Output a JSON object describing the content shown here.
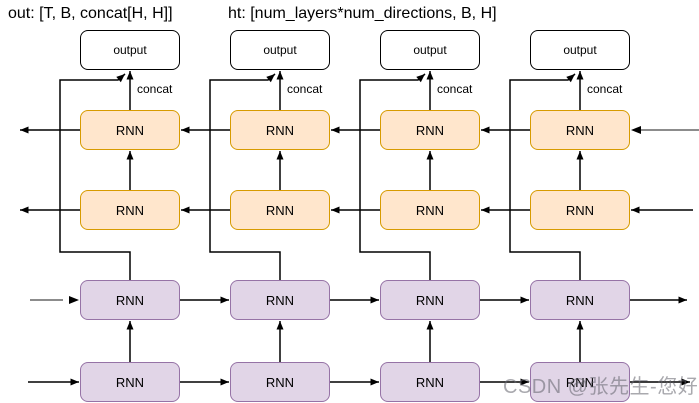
{
  "header": {
    "out_shape": "out: [T, B, concat[H, H]]",
    "ht_shape": "ht: [num_layers*num_directions, B, H]"
  },
  "labels": {
    "output": "output",
    "concat": "concat",
    "rnn": "RNN"
  },
  "colors": {
    "backward_rnn_fill": "#FFE6CC",
    "backward_rnn_border": "#D79B00",
    "forward_rnn_fill": "#E1D5E7",
    "forward_rnn_border": "#9673A6",
    "output_box_border": "#000000",
    "arrow": "#000000",
    "gray_input_arrow": "#666666"
  },
  "watermark": {
    "text": "CSDN @张先生-您好"
  }
}
